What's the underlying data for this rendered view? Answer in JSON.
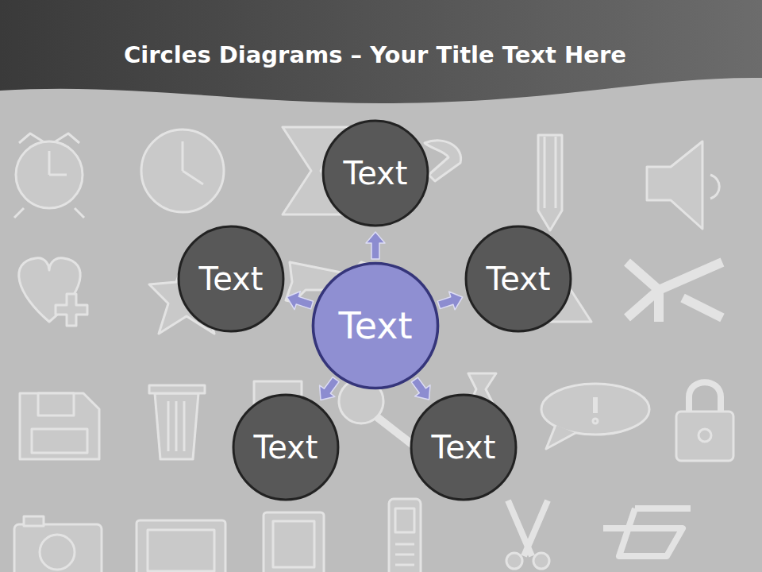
{
  "diagram": {
    "title": "Circles Diagrams – Your Title Text Here",
    "nodes": [
      {
        "text": [
          "Text"
        ]
      },
      {
        "text": [
          "Text"
        ]
      },
      {
        "text": [
          "Text"
        ]
      },
      {
        "text": [
          "Text"
        ]
      },
      {
        "text": [
          "Text"
        ]
      },
      {
        "text": [
          "Text"
        ]
      }
    ],
    "edges": [
      {
        "from": 2,
        "to": 0,
        "arrow": "to"
      },
      {
        "from": 2,
        "to": 1,
        "arrow": "to"
      },
      {
        "from": 2,
        "to": 3,
        "arrow": "to"
      },
      {
        "from": 2,
        "to": 4,
        "arrow": "to"
      },
      {
        "from": 2,
        "to": 5,
        "arrow": "to"
      }
    ]
  }
}
